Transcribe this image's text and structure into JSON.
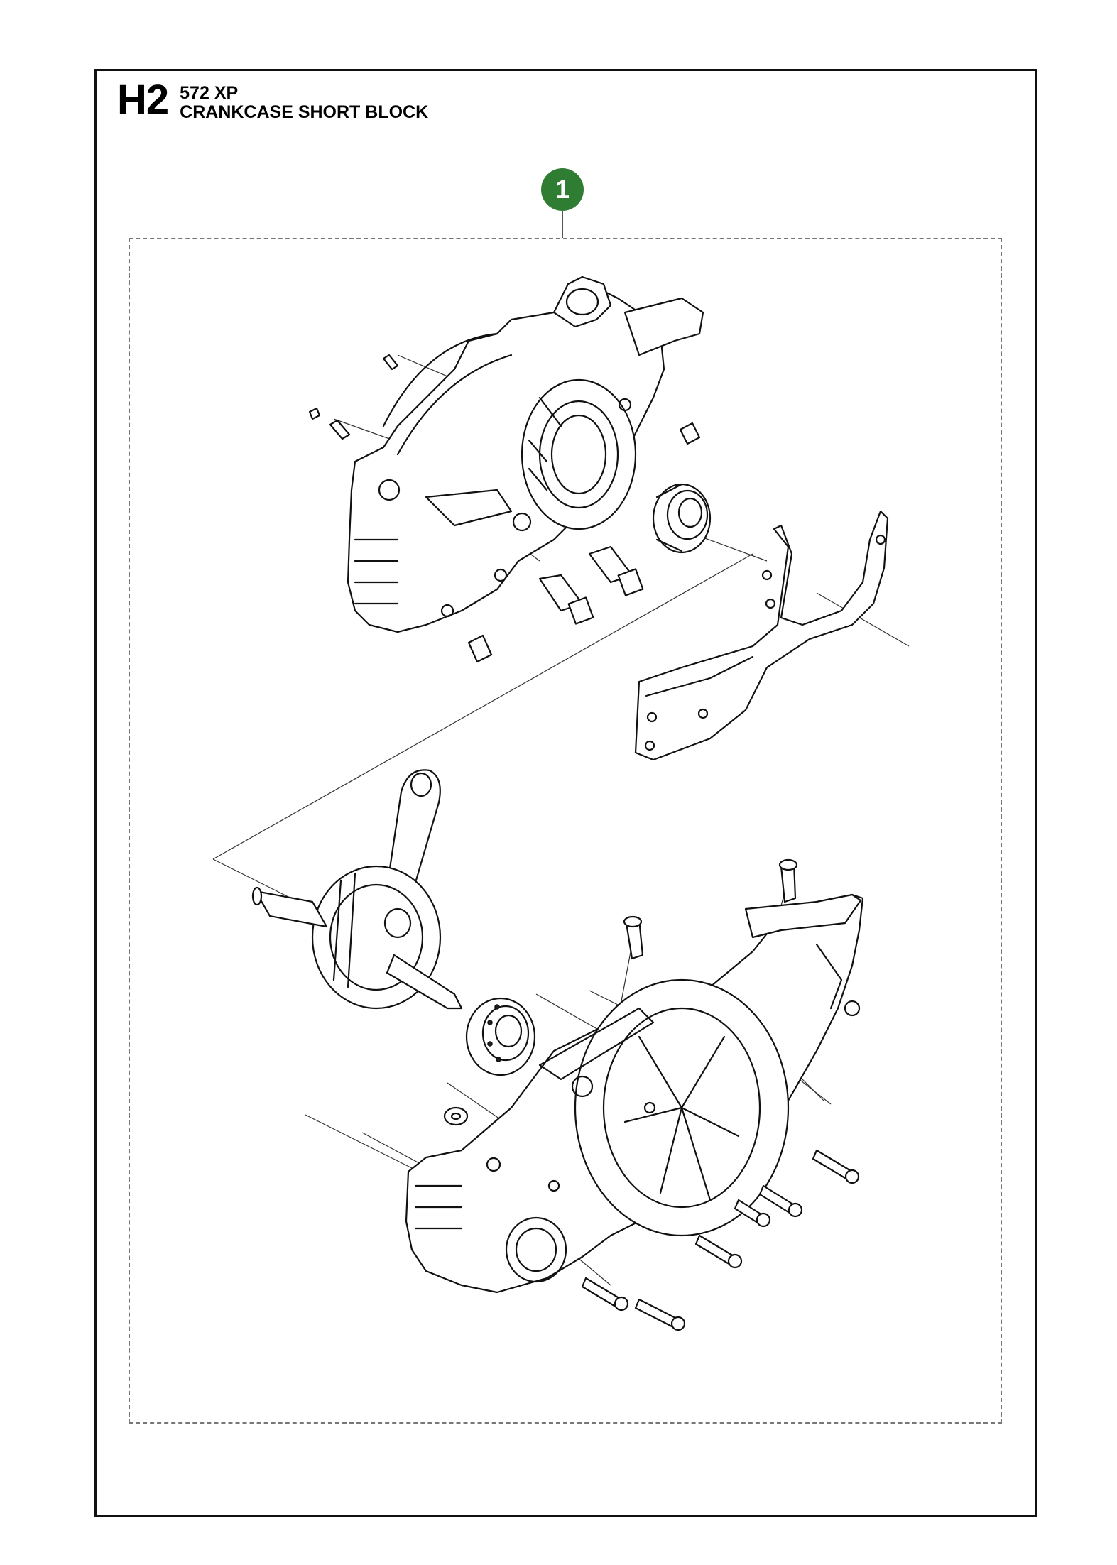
{
  "header": {
    "code": "H2",
    "model": "572 XP",
    "section_title": "CRANKCASE SHORT BLOCK"
  },
  "callouts": [
    {
      "number": "1",
      "color": "#2f7d32"
    }
  ],
  "components": [
    "crankcase-upper-half",
    "crankcase-gasket",
    "ball-bearing-upper",
    "crankshaft-with-connecting-rod",
    "ball-bearing-lower",
    "crankcase-lower-half",
    "guide-pins",
    "screws",
    "washer"
  ]
}
